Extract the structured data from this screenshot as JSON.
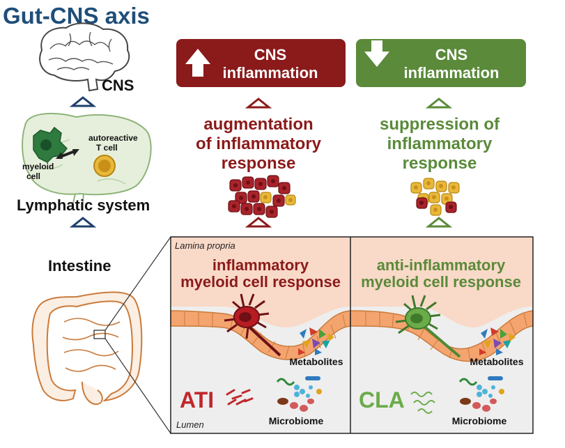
{
  "title": "Gut-CNS axis",
  "left_column": {
    "cns_label": "CNS",
    "lymph": {
      "autoreactive_line1": "autoreactive",
      "autoreactive_line2": "T cell",
      "myeloid_line1": "myeloid",
      "myeloid_line2": "cell"
    },
    "lymphatic_label": "Lymphatic system",
    "intestine_label": "Intestine"
  },
  "increase": {
    "box_line1": "CNS",
    "box_line2": "inflammation",
    "text_lines": [
      "augmentation",
      "of inflammatory",
      "response"
    ],
    "panel_heading_lines": [
      "inflammatory",
      "myeloid cell response"
    ],
    "compound": "ATI",
    "metabolites": "Metabolites",
    "microbiome": "Microbiome",
    "color": "#8b1a1a"
  },
  "decrease": {
    "box_line1": "CNS",
    "box_line2": "inflammation",
    "text_lines": [
      "suppression of",
      "inflammatory",
      "response"
    ],
    "panel_heading_lines": [
      "anti-inflammatory",
      "myeloid cell response"
    ],
    "compound": "CLA",
    "metabolites": "Metabolites",
    "microbiome": "Microbiome",
    "color": "#5a8a3a"
  },
  "panel": {
    "lamina": "Lamina propria",
    "lumen": "Lumen"
  },
  "colors": {
    "title": "#1f4e79",
    "navy_arrow": "#1f3f6e",
    "dark_red": "#8b1a1a",
    "bright_red": "#c0282c",
    "green": "#5a8a3a",
    "light_green": "#6aab4a",
    "lamina_bg": "#f9d9c8",
    "lumen_bg": "#eeeeee",
    "epithelium": "#f4a46e"
  }
}
